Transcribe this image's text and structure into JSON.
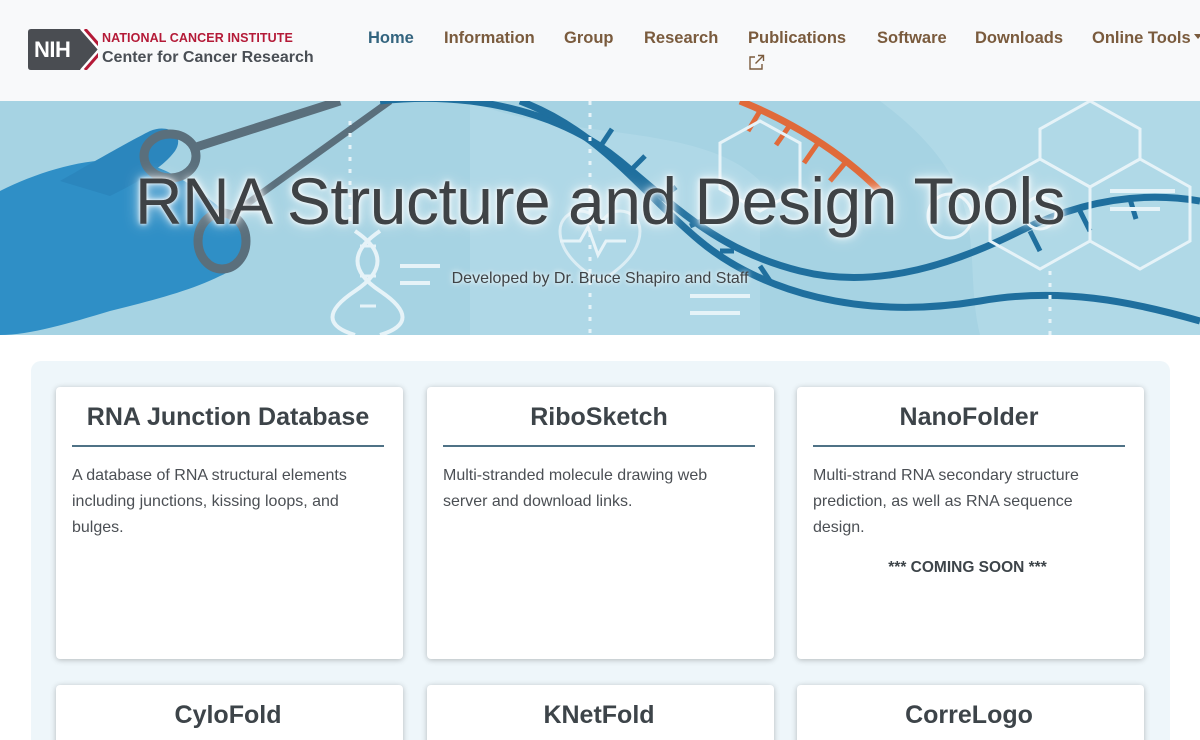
{
  "header": {
    "logo": {
      "badge": "NIH",
      "line1": "NATIONAL CANCER INSTITUTE",
      "line2": "Center for Cancer Research"
    },
    "nav": [
      {
        "label": "Home",
        "active": true
      },
      {
        "label": "Information"
      },
      {
        "label": "Group"
      },
      {
        "label": "Research"
      },
      {
        "label": "Publications",
        "icon": "external-link-icon"
      },
      {
        "label": "Software"
      },
      {
        "label": "Downloads"
      },
      {
        "label": "Online Tools",
        "icon": "caret-down-icon"
      }
    ]
  },
  "hero": {
    "title": "RNA Structure and Design Tools",
    "subtitle": "Developed by Dr. Bruce Shapiro and Staff"
  },
  "cards": [
    {
      "title": "RNA Junction Database",
      "description": "A database of RNA structural elements including junctions, kissing loops, and bulges."
    },
    {
      "title": "RiboSketch",
      "description": "Multi-stranded molecule drawing web server and download links."
    },
    {
      "title": "NanoFolder",
      "description": "Multi-strand RNA secondary structure prediction, as well as RNA sequence design.",
      "note": "*** COMING SOON ***"
    },
    {
      "title": "CyloFold"
    },
    {
      "title": "KNetFold"
    },
    {
      "title": "CorreLogo"
    }
  ],
  "colors": {
    "nav_text": "#7a5b3d",
    "nav_active": "#34657f",
    "nci_red": "#b41a37",
    "hero_bg": "#a6d3e3",
    "card_rule": "#4f7286",
    "panel_bg": "#eef6fa"
  }
}
